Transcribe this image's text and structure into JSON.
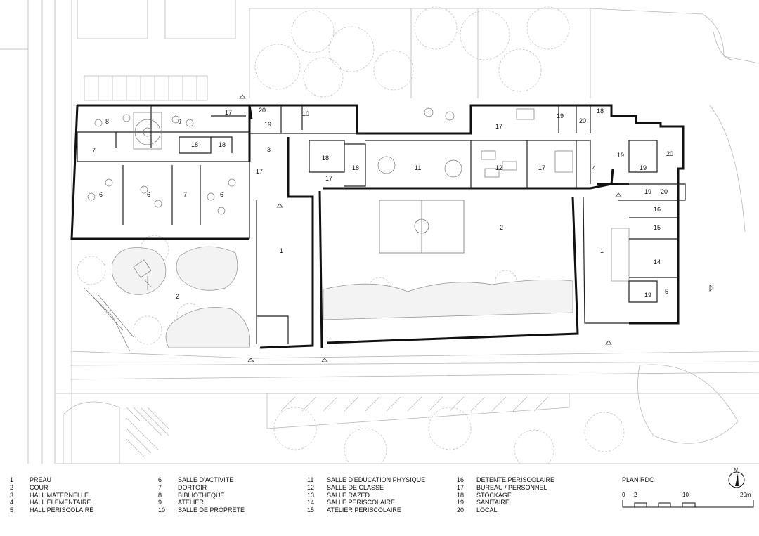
{
  "title": "PLAN RDC",
  "scale": {
    "labels": [
      "0",
      "2",
      "10",
      "20m"
    ]
  },
  "north_label": "N",
  "legend": [
    {
      "num": "1",
      "label": "PREAU"
    },
    {
      "num": "2",
      "label": "COUR"
    },
    {
      "num": "3",
      "label": "HALL MATERNELLE"
    },
    {
      "num": "4",
      "label": "HALL ELEMENTAIRE"
    },
    {
      "num": "5",
      "label": "HALL PERISCOLAIRE"
    },
    {
      "num": "6",
      "label": "SALLE D'ACTIVITE"
    },
    {
      "num": "7",
      "label": "DORTOIR"
    },
    {
      "num": "8",
      "label": "BIBLIOTHEQUE"
    },
    {
      "num": "9",
      "label": "ATELIER"
    },
    {
      "num": "10",
      "label": "SALLE DE PROPRETE"
    },
    {
      "num": "11",
      "label": "SALLE D'EDUCATION PHYSIQUE"
    },
    {
      "num": "12",
      "label": "SALLE DE CLASSE"
    },
    {
      "num": "13",
      "label": "SALLE RAZED"
    },
    {
      "num": "14",
      "label": "SALLE PERISCOLAIRE"
    },
    {
      "num": "15",
      "label": "ATELIER PERISCOLAIRE"
    },
    {
      "num": "16",
      "label": "DETENTE PERISCOLAIRE"
    },
    {
      "num": "17",
      "label": "BUREAU / PERSONNEL"
    },
    {
      "num": "18",
      "label": "STOCKAGE"
    },
    {
      "num": "19",
      "label": "SANITAIRE"
    },
    {
      "num": "20",
      "label": "LOCAL"
    }
  ],
  "room_labels": [
    "8",
    "9",
    "17",
    "18",
    "18",
    "7",
    "6",
    "6",
    "7",
    "6",
    "2",
    "1",
    "3",
    "17",
    "20",
    "19",
    "10",
    "18",
    "18",
    "17",
    "11",
    "12",
    "17",
    "4",
    "17",
    "19",
    "20",
    "18",
    "19",
    "19",
    "20",
    "19",
    "20",
    "16",
    "15",
    "14",
    "19",
    "5",
    "2",
    "1"
  ]
}
